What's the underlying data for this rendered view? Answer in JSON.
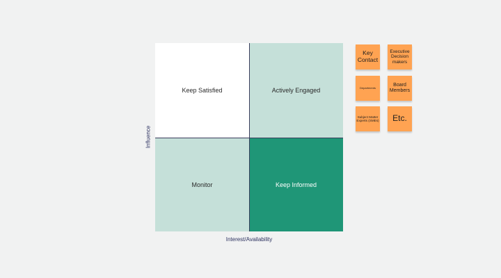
{
  "matrix": {
    "quadrants": {
      "top_left": "Keep Satisfied",
      "top_right": "Actively Engaged",
      "bottom_left": "Monitor",
      "bottom_right": "Keep Informed"
    },
    "y_axis_label": "Influence",
    "x_axis_label": "Interest/Availability",
    "colors": {
      "white_quadrant": "#ffffff",
      "light_quadrant": "#c5e0d9",
      "dark_quadrant": "#1f9677",
      "divider": "#3a3d5c",
      "background": "#f1f2f2"
    }
  },
  "sticky_notes": {
    "color": "#ffa352",
    "items": [
      "Key Contact",
      "Executive Decision makers",
      "Departments",
      "Board Members",
      "Subject Matter Experts (SMEs)",
      "Etc."
    ]
  }
}
